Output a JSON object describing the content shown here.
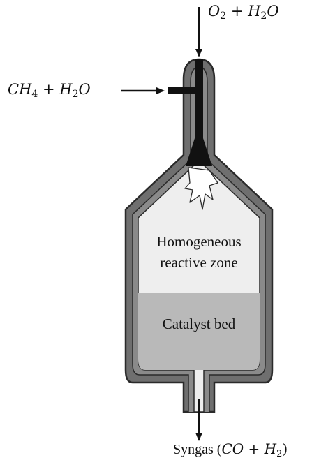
{
  "labels": {
    "top_input": {
      "a": "O",
      "a_sub": "2",
      "plus": " + ",
      "b": "H",
      "b_sub": "2",
      "c": "O"
    },
    "side_input": {
      "a": "CH",
      "a_sub": "4",
      "plus": " + ",
      "b": "H",
      "b_sub": "2",
      "c": "O"
    },
    "zone_line1": "Homogeneous",
    "zone_line2": "reactive zone",
    "catalyst": "Catalyst bed",
    "output": {
      "word": "Syngas (",
      "a": "CO",
      "plus": " + ",
      "b": "H",
      "b_sub": "2",
      "close": ")"
    }
  },
  "colors": {
    "shell_outer": "#2a2a2a",
    "shell_wall": "#6f6f6f",
    "interior": "#eeeeee",
    "catalyst": "#b9b9b9",
    "burner": "#111111",
    "arrow": "#111111"
  }
}
